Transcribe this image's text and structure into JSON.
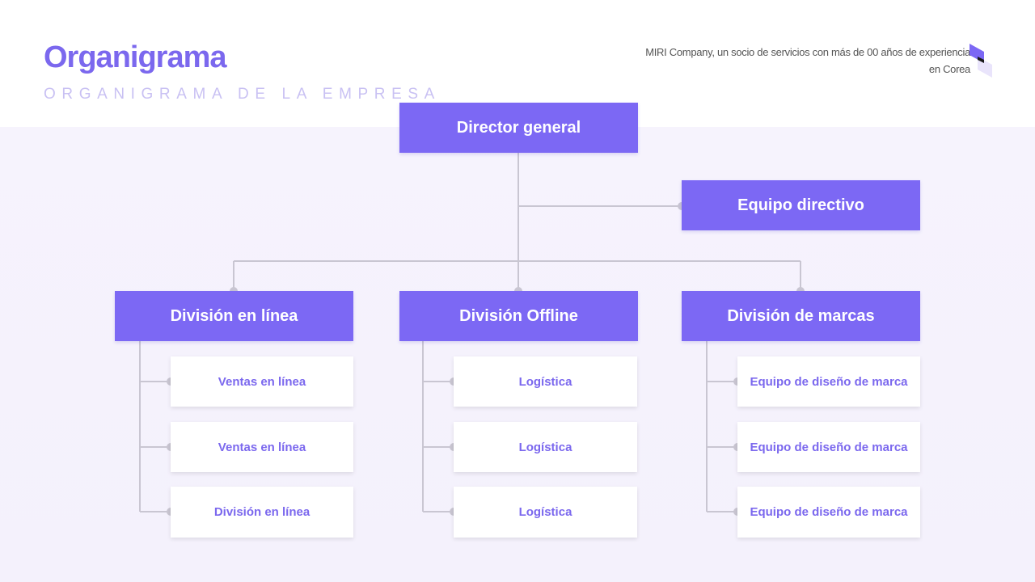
{
  "header": {
    "title": "Organigrama",
    "subtitle": "ORGANIGRAMA DE LA EMPRESA",
    "tagline_line1": "MIRI Company, un socio de servicios con más de 00 años de experiencia",
    "tagline_line2": "en Corea"
  },
  "colors": {
    "accent": "#7c68f4",
    "connector": "#c9c6d2",
    "background_band": "#f6f3fd"
  },
  "org": {
    "root": "Director general",
    "management": "Equipo directivo",
    "divisions": [
      {
        "name": "División en línea",
        "teams": [
          "Ventas en línea",
          "Ventas en línea",
          "División en línea"
        ]
      },
      {
        "name": "División Offline",
        "teams": [
          "Logística",
          "Logística",
          "Logística"
        ]
      },
      {
        "name": "División de marcas",
        "teams": [
          "Equipo de diseño de marca",
          "Equipo de diseño de marca",
          "Equipo de diseño de marca"
        ]
      }
    ]
  }
}
